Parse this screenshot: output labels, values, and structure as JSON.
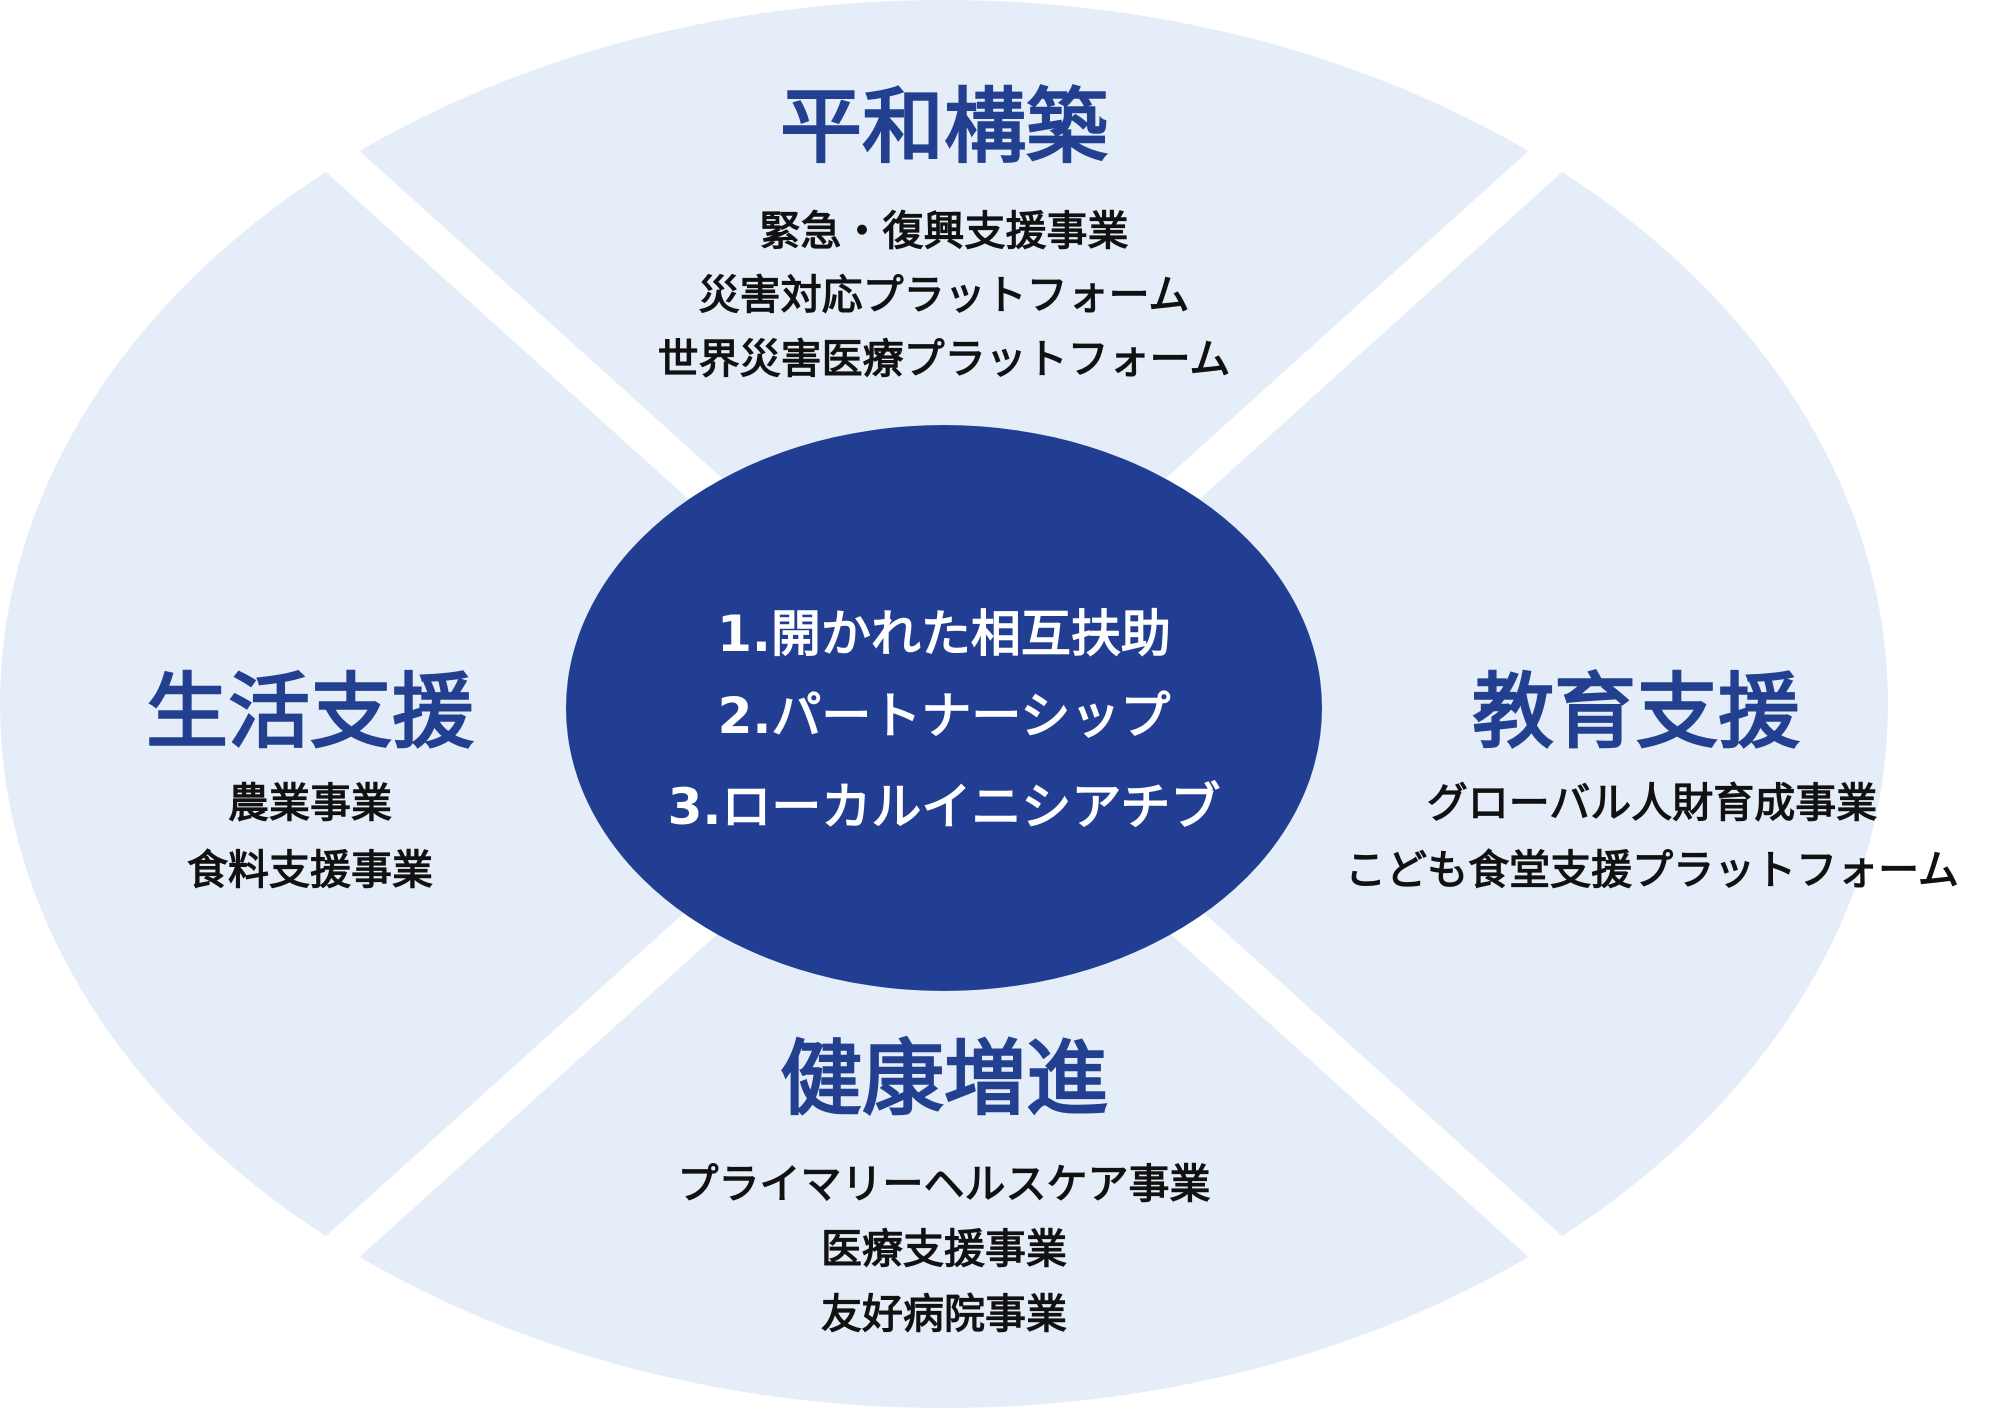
{
  "colors": {
    "outer_fill": "#e5eef8",
    "divider": "#ffffff",
    "core_fill": "#223e93",
    "title": "#22408f",
    "item_text": "#111111",
    "core_text": "#ffffff"
  },
  "sections": {
    "top": {
      "title": "平和構築",
      "items": [
        "緊急・復興支援事業",
        "災害対応プラットフォーム",
        "世界災害医療プラットフォーム"
      ]
    },
    "left": {
      "title": "生活支援",
      "items": [
        "農業事業",
        "食料支援事業"
      ]
    },
    "right": {
      "title": "教育支援",
      "items": [
        "グローバル人財育成事業",
        "こども食堂支援プラットフォーム"
      ]
    },
    "bottom": {
      "title": "健康増進",
      "items": [
        "プライマリーヘルスケア事業",
        "医療支援事業",
        "友好病院事業"
      ]
    }
  },
  "core": {
    "items": [
      "1.開かれた相互扶助",
      "2.パートナーシップ",
      "3.ローカルイニシアチブ"
    ]
  }
}
